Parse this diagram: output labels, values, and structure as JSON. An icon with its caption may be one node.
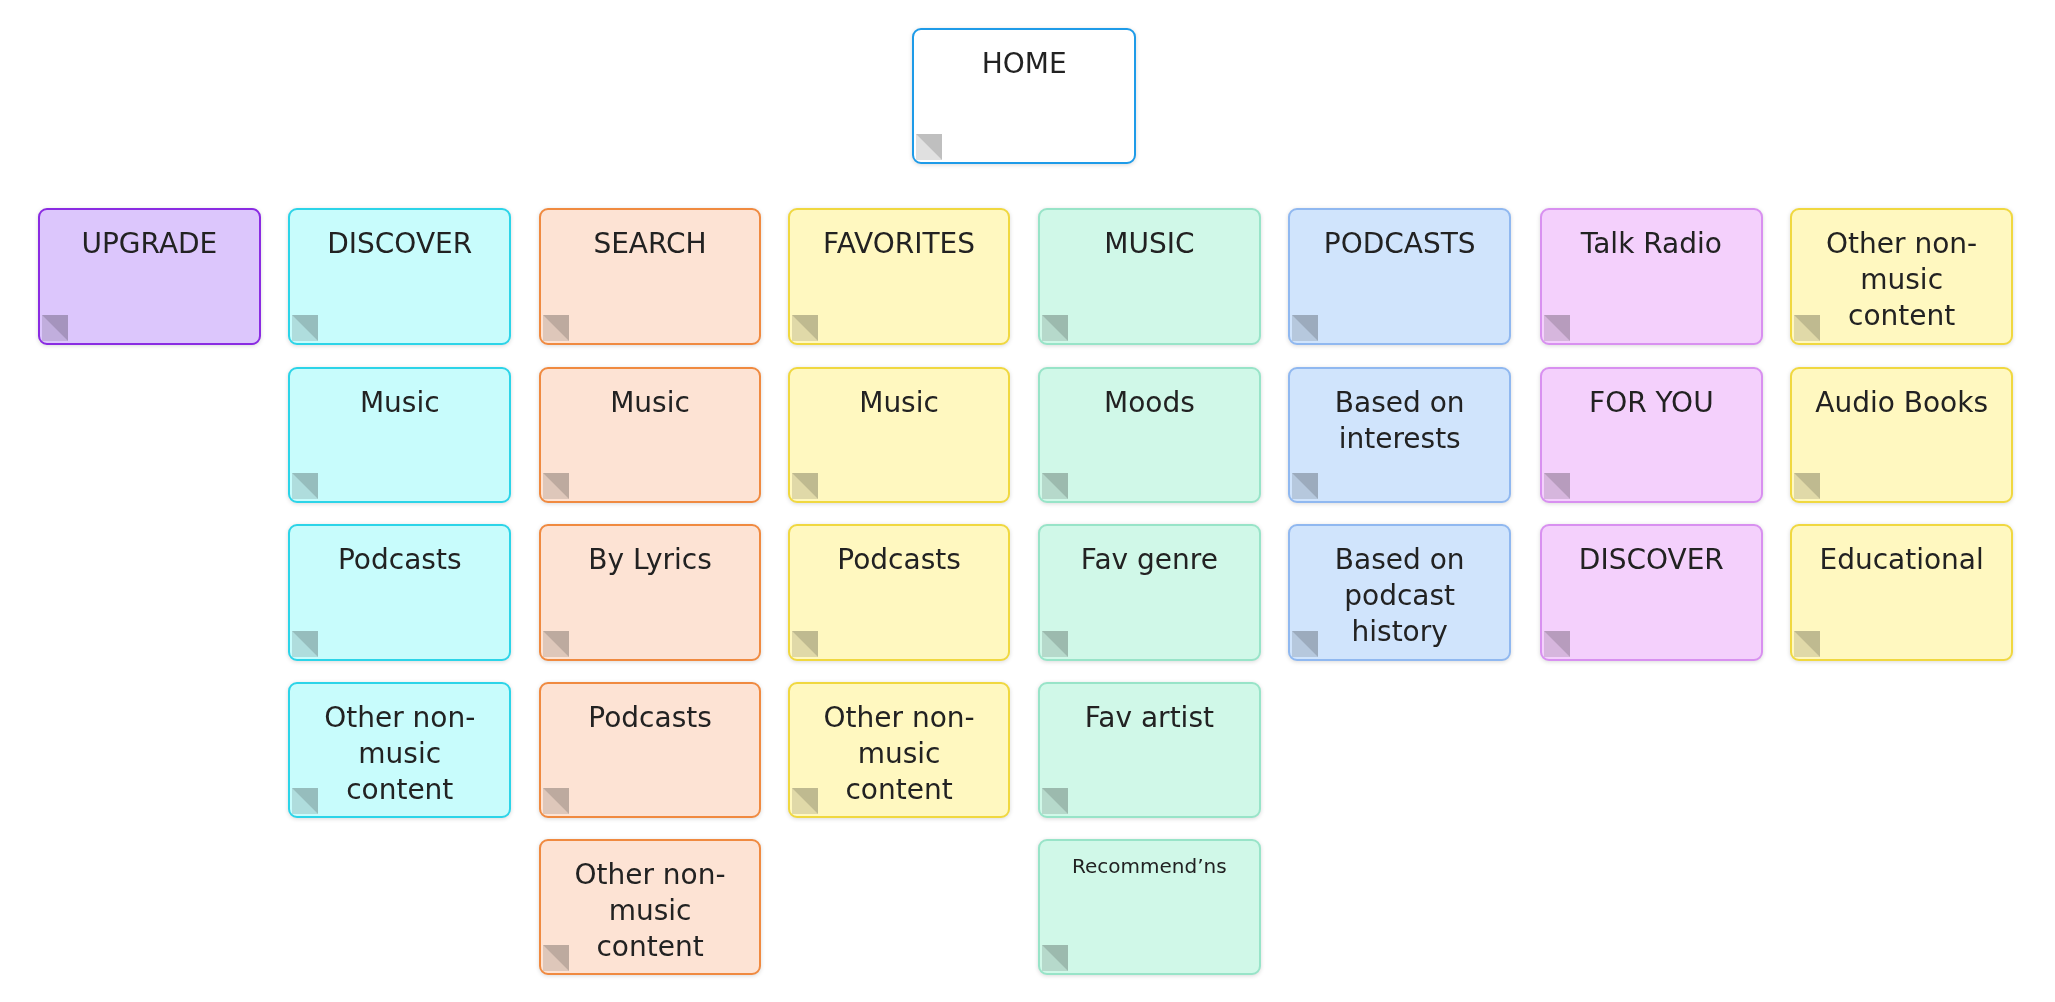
{
  "diagram": {
    "nodes": [
      {
        "text": [
          "HOME"
        ]
      },
      {
        "text": [
          "UPGRADE"
        ]
      },
      {
        "text": [
          "DISCOVER"
        ]
      },
      {
        "text": [
          "Music"
        ]
      },
      {
        "text": [
          "Podcasts"
        ]
      },
      {
        "text": [
          "Other non-music content"
        ]
      },
      {
        "text": [
          "SEARCH"
        ]
      },
      {
        "text": [
          "Music"
        ]
      },
      {
        "text": [
          "By Lyrics"
        ]
      },
      {
        "text": [
          "Podcasts"
        ]
      },
      {
        "text": [
          "Other non-music content"
        ]
      },
      {
        "text": [
          "FAVORITES"
        ]
      },
      {
        "text": [
          "Music"
        ]
      },
      {
        "text": [
          "Podcasts"
        ]
      },
      {
        "text": [
          "Other non-music content"
        ]
      },
      {
        "text": [
          "MUSIC"
        ]
      },
      {
        "text": [
          "Moods"
        ]
      },
      {
        "text": [
          "Fav genre"
        ]
      },
      {
        "text": [
          "Fav artist"
        ]
      },
      {
        "text": [
          "Recommend’ns"
        ]
      },
      {
        "text": [
          "PODCASTS"
        ]
      },
      {
        "text": [
          "Based on interests"
        ]
      },
      {
        "text": [
          "Based on podcast history"
        ]
      },
      {
        "text": [
          "Talk Radio"
        ]
      },
      {
        "text": [
          "FOR YOU"
        ]
      },
      {
        "text": [
          "DISCOVER"
        ]
      },
      {
        "text": [
          "Other non-music content"
        ]
      },
      {
        "text": [
          "Audio Books"
        ]
      },
      {
        "text": [
          "Educational"
        ]
      }
    ]
  }
}
